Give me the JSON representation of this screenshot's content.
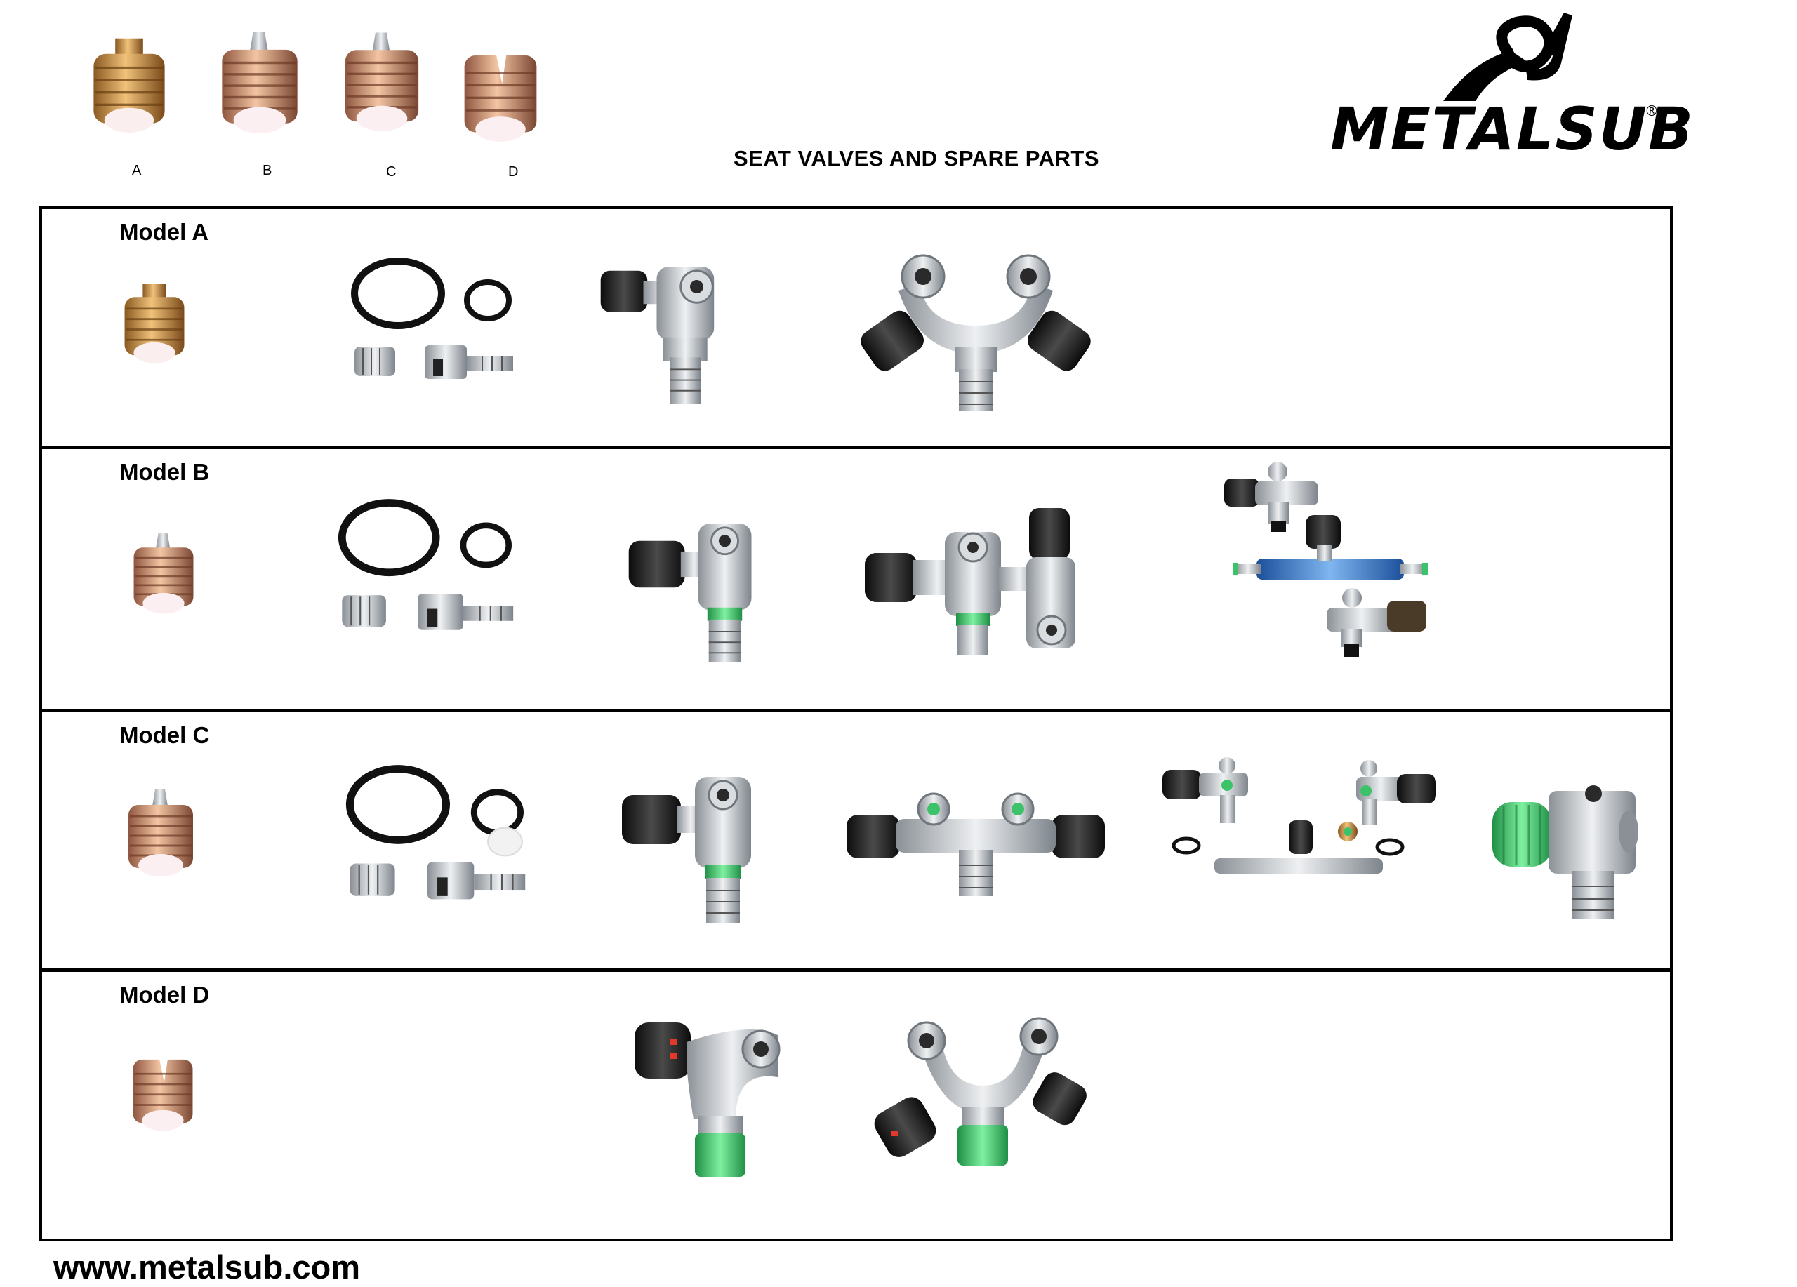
{
  "header": {
    "title": "SEAT VALVES AND SPARE PARTS",
    "seat_captions": [
      "A",
      "B",
      "C",
      "D"
    ]
  },
  "logo": {
    "text": "METALSUB",
    "registered": "®"
  },
  "rows": [
    {
      "label": "Model A"
    },
    {
      "label": "Model B"
    },
    {
      "label": "Model C"
    },
    {
      "label": "Model D"
    }
  ],
  "footer": {
    "website": "www.metalsub.com"
  },
  "colors": {
    "border": "#000000",
    "brass": "#c8893a",
    "copper": "#d99a6a",
    "steel": "#c8ccd0",
    "knob": "#1e1e1e",
    "green": "#3cc36a",
    "blue": "#2f7fd6"
  }
}
